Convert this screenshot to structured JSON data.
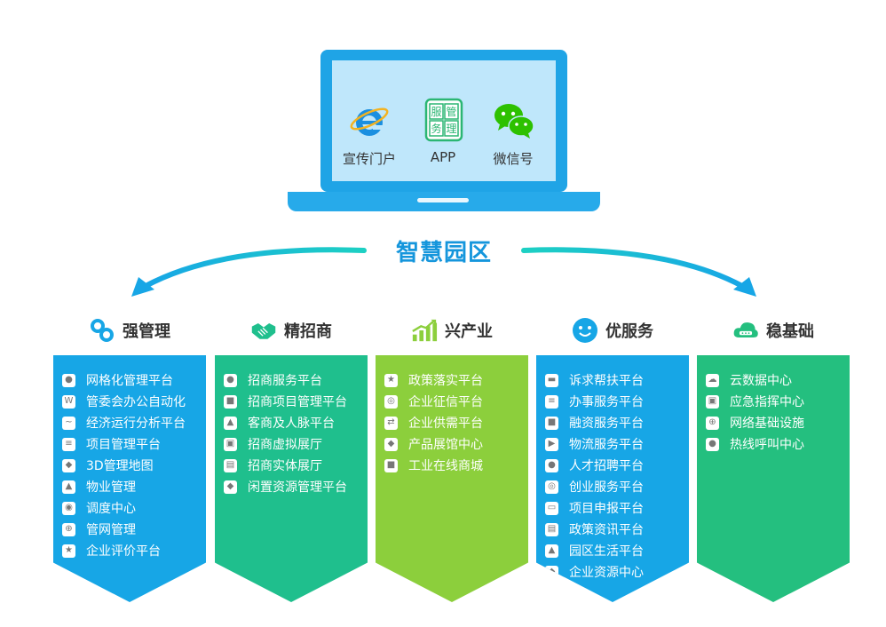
{
  "laptop": {
    "apps": [
      {
        "icon": "ie-icon",
        "label": "宣传门户"
      },
      {
        "icon": "app-service-icon",
        "label": "APP",
        "glyphs": [
          "服",
          "管",
          "务",
          "理"
        ]
      },
      {
        "icon": "wechat-icon",
        "label": "微信号"
      }
    ]
  },
  "title": "智慧园区",
  "colors": {
    "blue": "#17a6e6",
    "green": "#1fbf8d",
    "lime": "#8ccf3c",
    "teal": "#24bf7f",
    "title": "#1596dc"
  },
  "categories": [
    {
      "icon": "gear-link-icon",
      "label": "强管理",
      "items": [
        "网格化管理平台",
        "管委会办公自动化",
        "经济运行分析平台",
        "项目管理平台",
        "3D管理地图",
        "物业管理",
        "调度中心",
        "管网管理",
        "企业评价平台"
      ]
    },
    {
      "icon": "handshake-icon",
      "label": "精招商",
      "items": [
        "招商服务平台",
        "招商项目管理平台",
        "客商及人脉平台",
        "招商虚拟展厅",
        "招商实体展厅",
        "闲置资源管理平台"
      ]
    },
    {
      "icon": "growth-chart-icon",
      "label": "兴产业",
      "items": [
        "政策落实平台",
        "企业征信平台",
        "企业供需平台",
        "产品展馆中心",
        "工业在线商城"
      ]
    },
    {
      "icon": "smile-icon",
      "label": "优服务",
      "items": [
        "诉求帮扶平台",
        "办事服务平台",
        "融资服务平台",
        "物流服务平台",
        "人才招聘平台",
        "创业服务平台",
        "项目申报平台",
        "政策资讯平台",
        "园区生活平台",
        "企业资源中心"
      ]
    },
    {
      "icon": "cloud-server-icon",
      "label": "稳基础",
      "items": [
        "云数据中心",
        "应急指挥中心",
        "网络基础设施",
        "热线呼叫中心"
      ]
    }
  ]
}
